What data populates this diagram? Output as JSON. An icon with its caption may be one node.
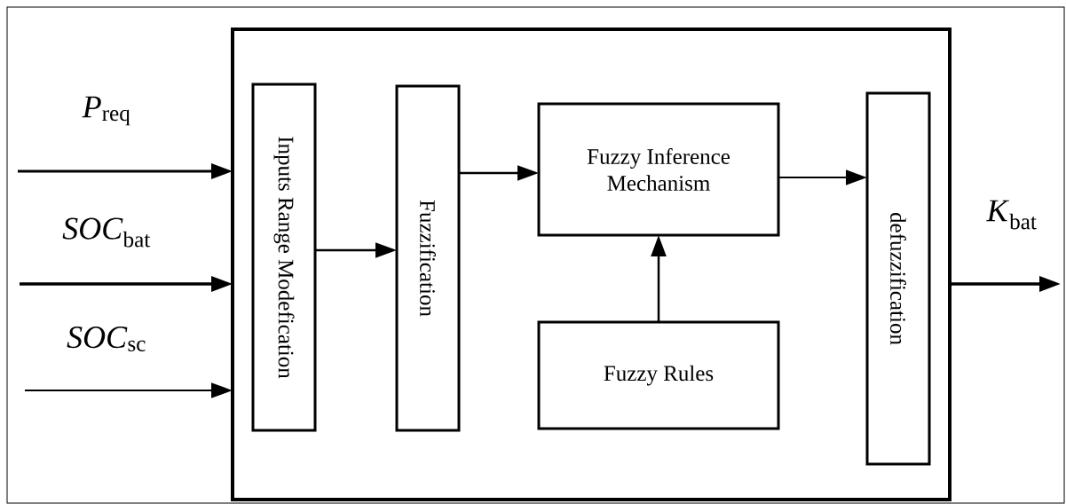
{
  "diagram": {
    "nodes": [
      {
        "text": [],
        "shape": "box"
      },
      {
        "text": [
          "Inputs Range Modefication"
        ],
        "in": 0
      },
      {
        "text": [
          "Fuzzification"
        ],
        "in": 0
      },
      {
        "text": [
          "Fuzzy Inference Mechanism"
        ],
        "in": 0
      },
      {
        "text": [
          "Fuzzy Rules"
        ],
        "in": 0
      },
      {
        "text": [
          "defuzzification"
        ],
        "in": 0
      }
    ],
    "edges": [
      {
        "from": null,
        "to": 0,
        "arrow": "to",
        "label": "*P*$_{req}$"
      },
      {
        "from": null,
        "to": 0,
        "arrow": "to",
        "label": "*SOC*$_{bat}$"
      },
      {
        "from": null,
        "to": 0,
        "arrow": "to",
        "label": "*SOC*$_{sc}$"
      },
      {
        "from": 1,
        "to": 2,
        "arrow": "to"
      },
      {
        "from": 2,
        "to": 3,
        "arrow": "to"
      },
      {
        "from": 4,
        "to": 3,
        "arrow": "to"
      },
      {
        "from": 3,
        "to": 5,
        "arrow": "to"
      },
      {
        "from": 0,
        "to": null,
        "arrow": "to",
        "label": "*K*$_{bat}$"
      }
    ]
  }
}
